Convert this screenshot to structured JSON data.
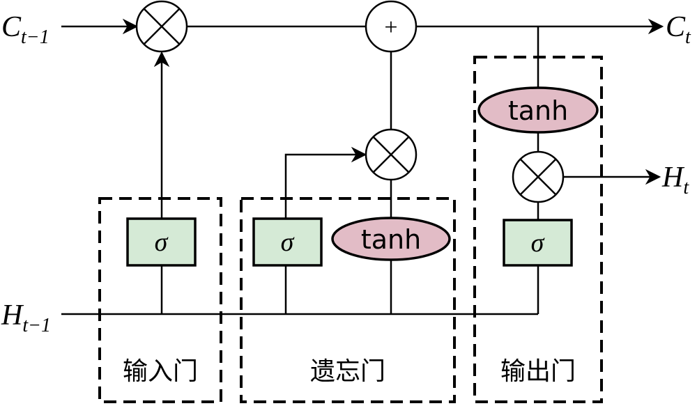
{
  "labels": {
    "c_prev": "C",
    "c_prev_sub": "t−1",
    "c_next": "C",
    "c_next_sub": "t",
    "h_prev": "H",
    "h_prev_sub": "t−1",
    "h_next": "H",
    "h_next_sub": "t"
  },
  "ops": {
    "plus": "+",
    "multiply": "⊗"
  },
  "blocks": {
    "sigma": "σ",
    "tanh": "tanh"
  },
  "gates": {
    "input_gate": "输入门",
    "forget_gate": "遗忘门",
    "output_gate": "输出门"
  },
  "colors": {
    "sigma_fill": "#d5ead6",
    "tanh_fill": "#e2bcc6",
    "stroke": "#000000"
  }
}
